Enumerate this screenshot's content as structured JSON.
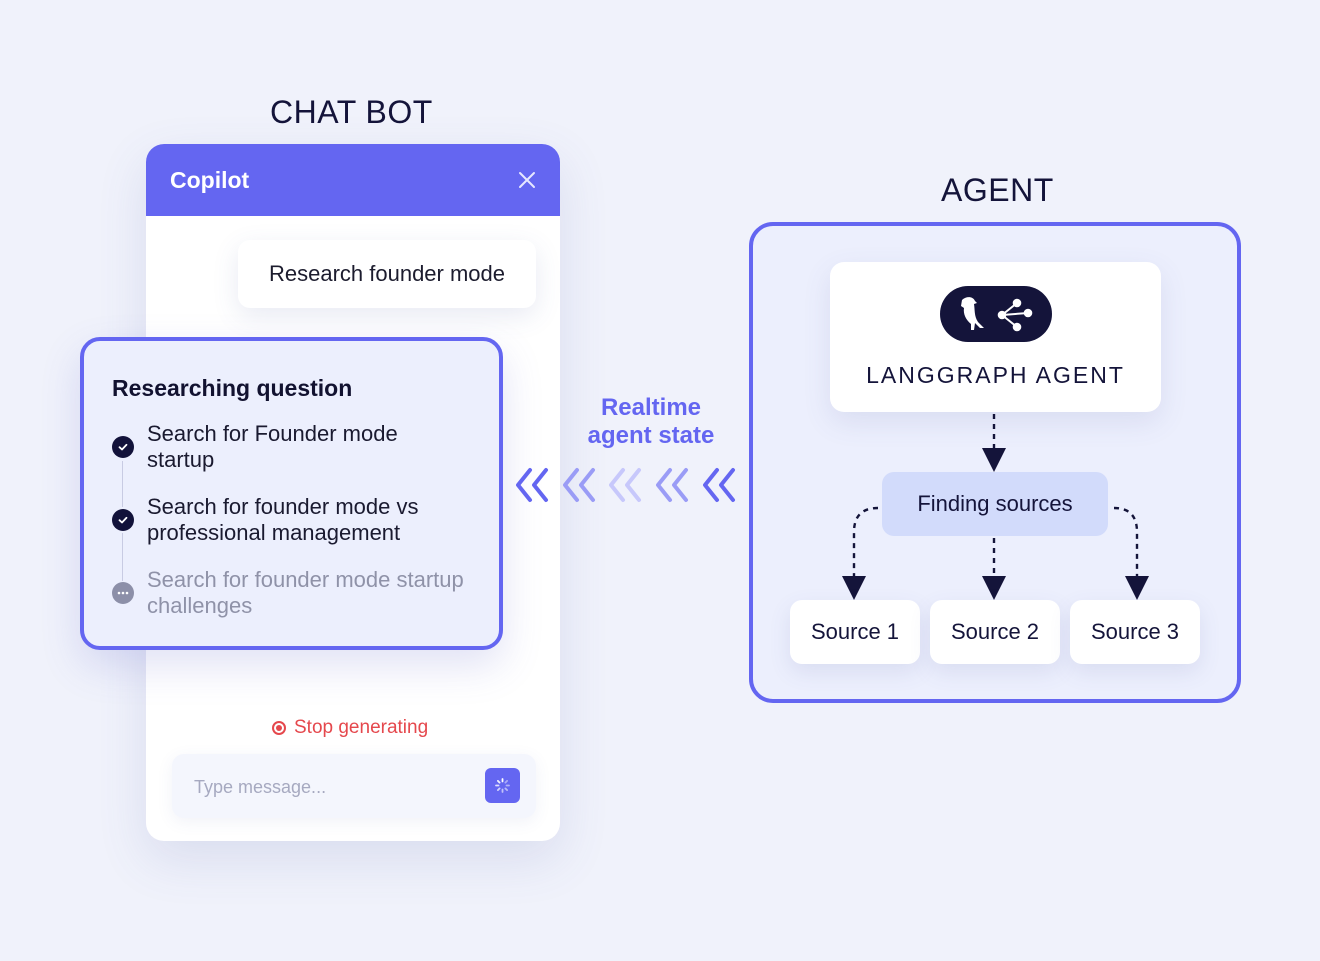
{
  "chatbot": {
    "section_title": "CHAT BOT",
    "header_title": "Copilot",
    "close_icon": "close-icon",
    "user_message": "Research founder mode",
    "stop_label": "Stop generating",
    "input_placeholder": "Type message...",
    "send_icon": "loading-spinner-icon",
    "accent_color": "#6466f1",
    "stop_color": "#e5484d"
  },
  "research": {
    "title": "Researching question",
    "steps": [
      {
        "text": "Search for Founder mode startup",
        "status": "done",
        "icon": "check-circle-icon"
      },
      {
        "text": "Search for founder mode vs professional management",
        "status": "done",
        "icon": "check-circle-icon"
      },
      {
        "text": "Search for founder mode startup challenges",
        "status": "pending",
        "icon": "ellipsis-circle-icon"
      }
    ]
  },
  "realtime": {
    "line1": "Realtime",
    "line2": "agent state",
    "arrow_icon": "double-chevron-left-icon"
  },
  "agent": {
    "section_title": "AGENT",
    "langgraph_label": "LANGGRAPH AGENT",
    "logo_icons": [
      "parrot-icon",
      "graph-nodes-icon"
    ],
    "finding_label": "Finding sources",
    "sources": [
      "Source 1",
      "Source 2",
      "Source 3"
    ]
  }
}
